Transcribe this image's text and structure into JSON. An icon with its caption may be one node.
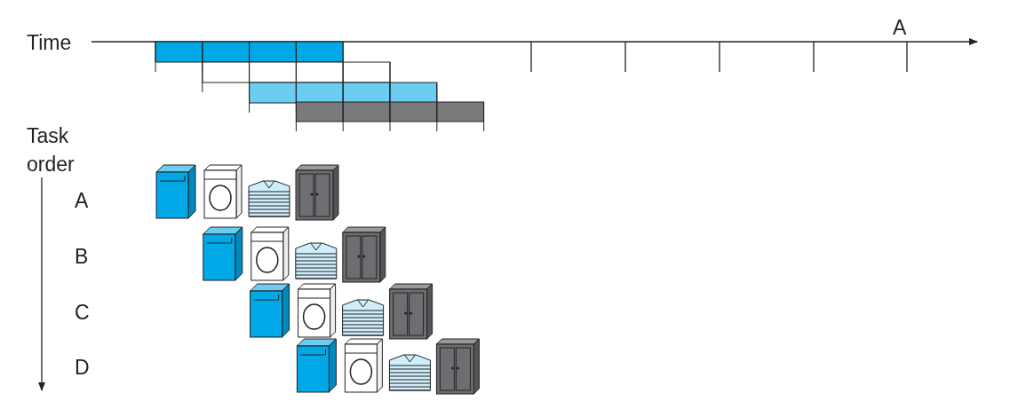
{
  "diagram": {
    "labels": [
      "Time",
      "A",
      "Task order",
      "A",
      "B",
      "C",
      "D"
    ]
  }
}
